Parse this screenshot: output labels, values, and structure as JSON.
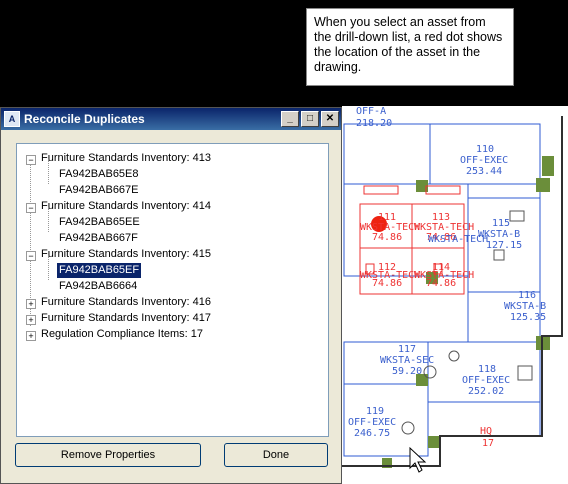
{
  "callout": {
    "text": "When you select an asset from the drill-down list, a red dot shows the location of the asset in the drawing."
  },
  "dialog": {
    "title": "Reconcile Duplicates",
    "tree": [
      {
        "label": "Furniture Standards Inventory: 413",
        "expanded": true
      },
      {
        "label": "FA942BAB65E8"
      },
      {
        "label": "FA942BAB667E"
      },
      {
        "label": "Furniture Standards Inventory: 414",
        "expanded": true
      },
      {
        "label": "FA942BAB65EE"
      },
      {
        "label": "FA942BAB667F"
      },
      {
        "label": "Furniture Standards Inventory: 415",
        "expanded": true
      },
      {
        "label": "FA942BAB65EF",
        "selected": true
      },
      {
        "label": "FA942BAB6664"
      },
      {
        "label": "Furniture Standards Inventory: 416",
        "expanded": false
      },
      {
        "label": "Furniture Standards Inventory: 417",
        "expanded": false
      },
      {
        "label": "Regulation Compliance Items: 17",
        "expanded": false
      }
    ],
    "remove_label": "Remove Properties",
    "done_label": "Done"
  },
  "drawing": {
    "rooms": [
      {
        "num": "OFF-A",
        "name": "218.20"
      },
      {
        "num": "110",
        "name": "OFF-EXEC",
        "area": "253.44"
      },
      {
        "num": "111",
        "name": "WKSTA-TECH",
        "area": "74.86"
      },
      {
        "num": "113",
        "name": "WKSTA-TECH",
        "area": "74.86"
      },
      {
        "num": "",
        "name": "WKSTA-TECH",
        "area": ""
      },
      {
        "num": "115",
        "name": "WKSTA-B",
        "area": "127.15"
      },
      {
        "num": "112",
        "name": "WKSTA-TECH",
        "area": "74.86"
      },
      {
        "num": "114",
        "name": "WKSTA-TECH",
        "area": "74.86"
      },
      {
        "num": "116",
        "name": "WKSTA-B",
        "area": "125.35"
      },
      {
        "num": "117",
        "name": "WKSTA-SEC",
        "area": "59.20"
      },
      {
        "num": "118",
        "name": "OFF-EXEC",
        "area": "252.02"
      },
      {
        "num": "119",
        "name": "OFF-EXEC",
        "area": "246.75"
      },
      {
        "num": "HQ",
        "name": "17",
        "area": ""
      }
    ]
  }
}
